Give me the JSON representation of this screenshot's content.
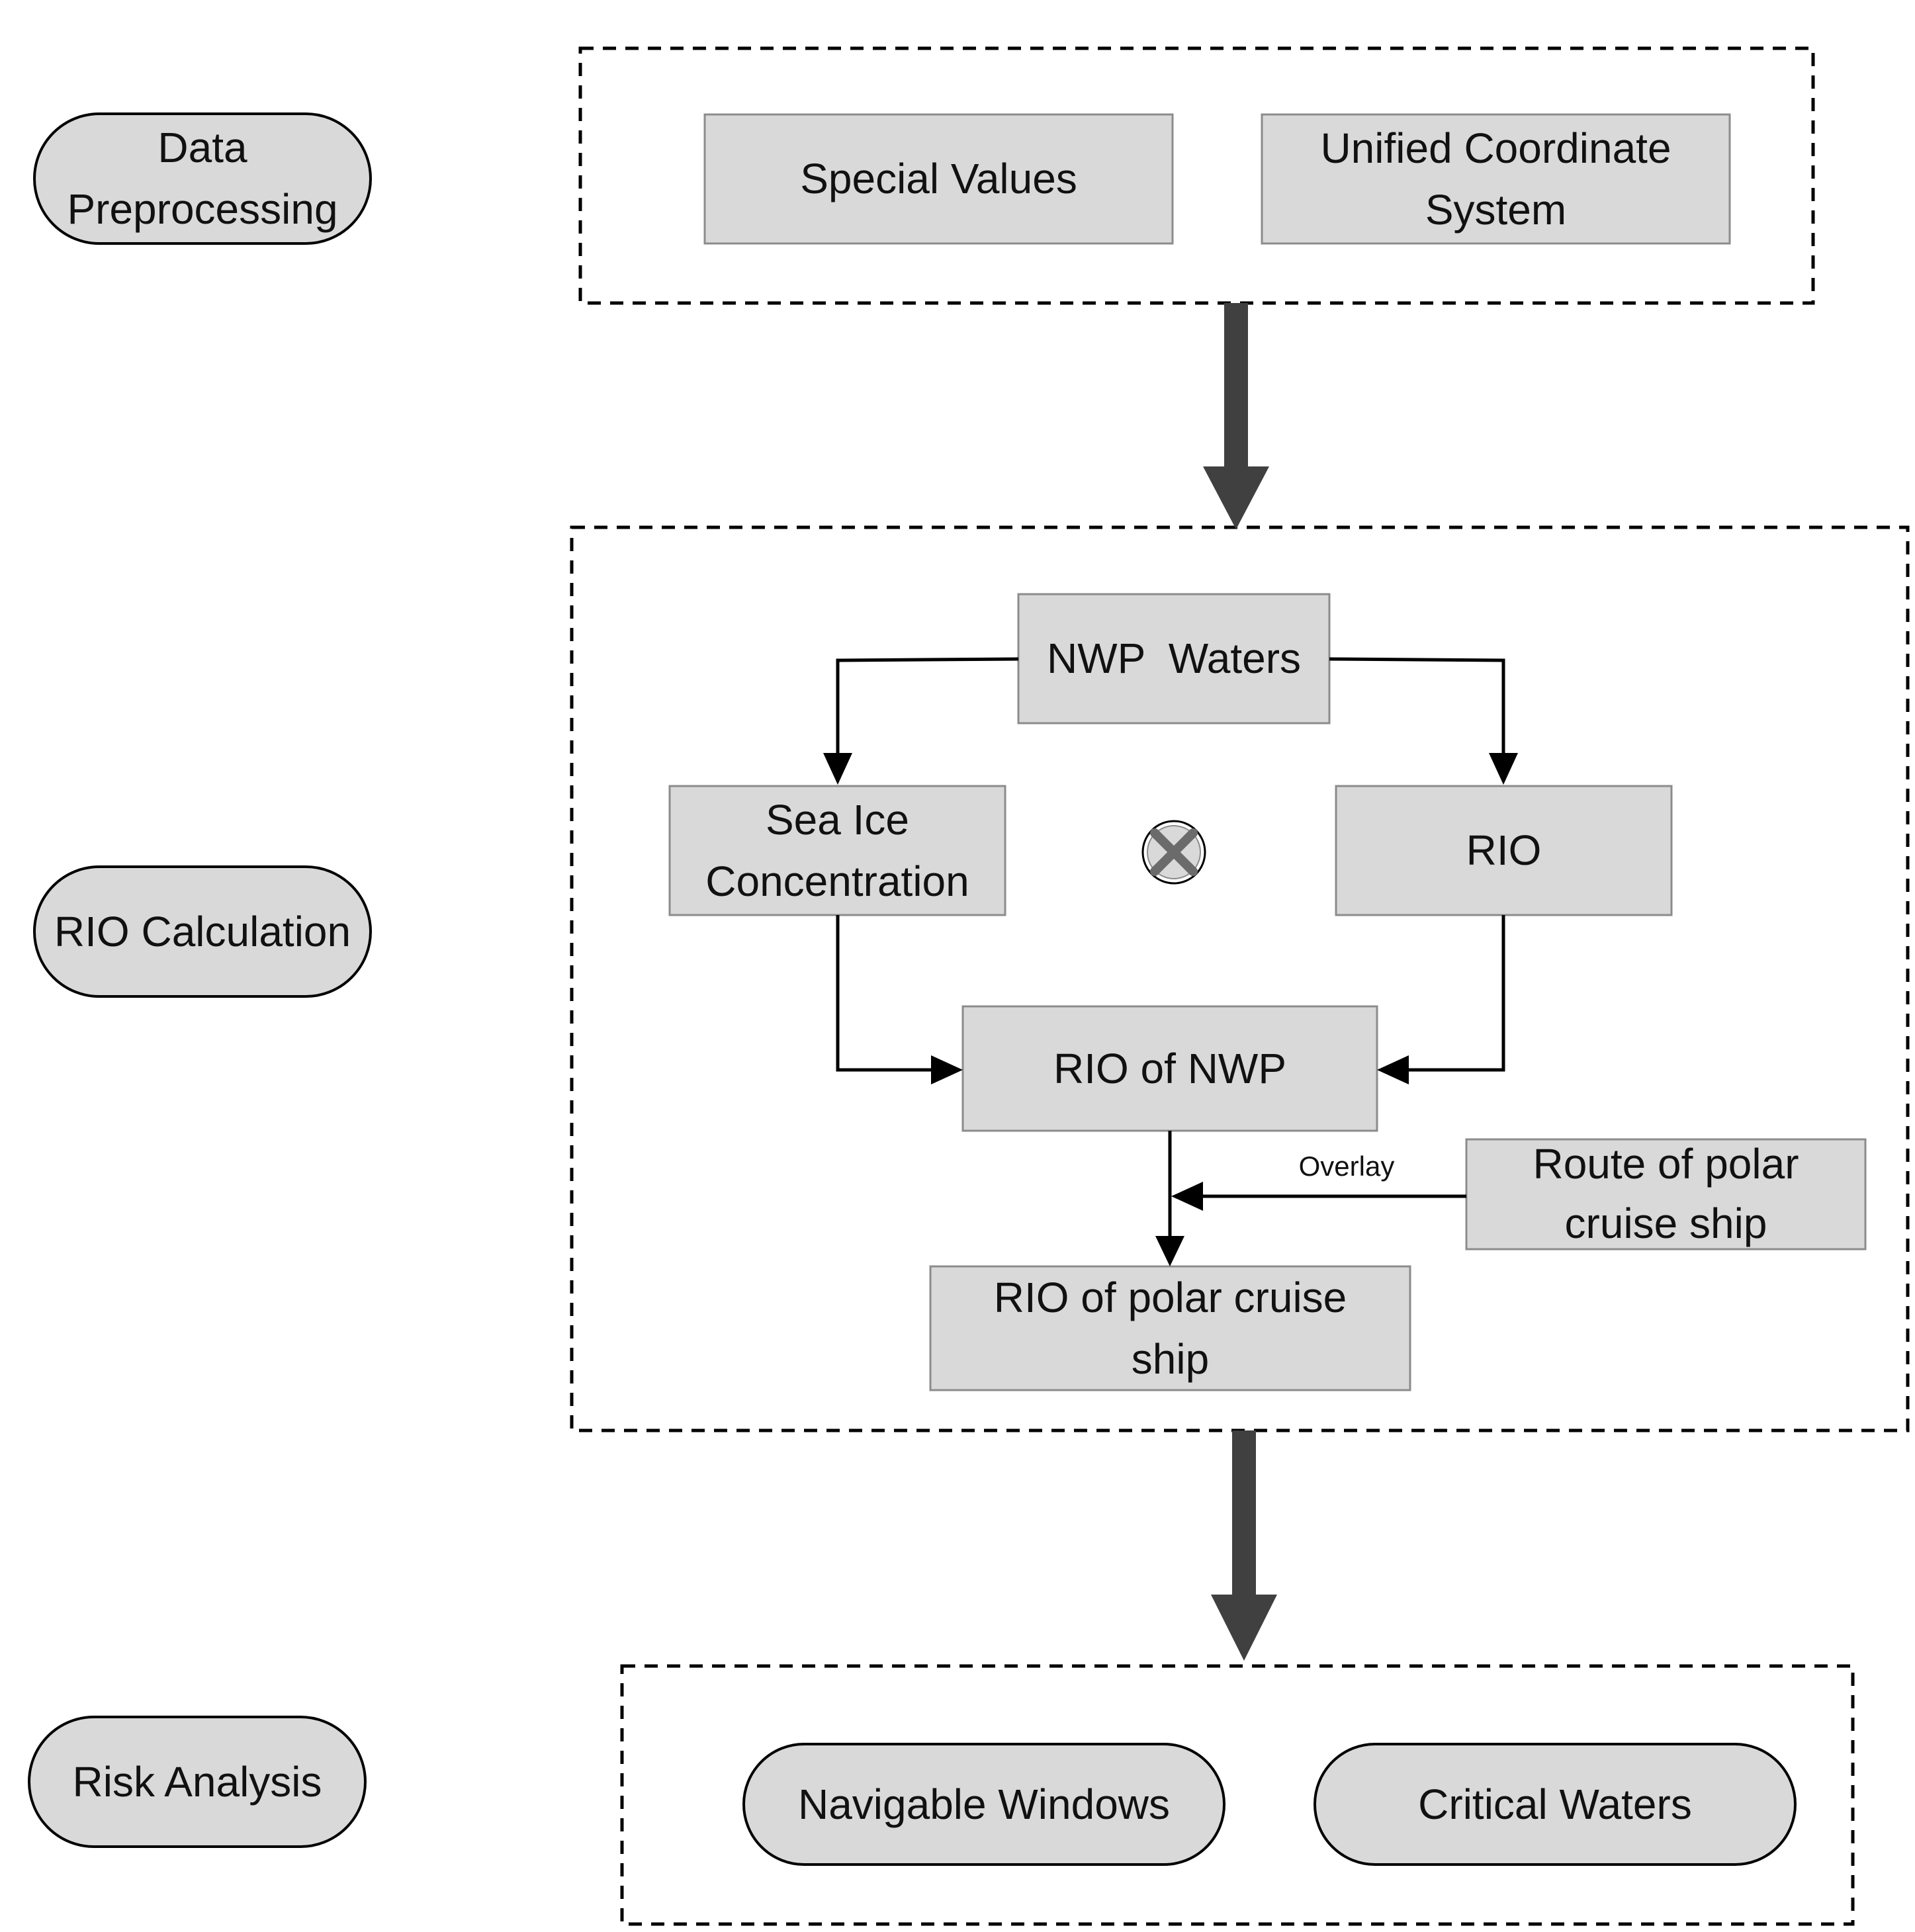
{
  "stages": {
    "preprocessing": "Data Preprocessing",
    "rio_calculation": "RIO Calculation",
    "risk_analysis": "Risk Analysis"
  },
  "preprocessing": {
    "special_values": "Special Values",
    "unified_coordinate_system": "Unified Coordinate System"
  },
  "rio_calc": {
    "nwp_waters": "NWP  Waters",
    "sea_ice_concentration": "Sea Ice Concentration",
    "rio": "RIO",
    "rio_of_nwp": "RIO of NWP",
    "route_of_polar_cruise_ship": "Route of polar cruise ship",
    "overlay": "Overlay",
    "rio_of_polar_cruise_ship": "RIO of polar cruise ship"
  },
  "risk": {
    "navigable_windows": "Navigable Windows",
    "critical_waters": "Critical Waters"
  },
  "colors": {
    "box_fill": "#d9d9d9",
    "box_stroke": "#8c8c8c",
    "line": "#000000",
    "big_arrow": "#404040"
  }
}
